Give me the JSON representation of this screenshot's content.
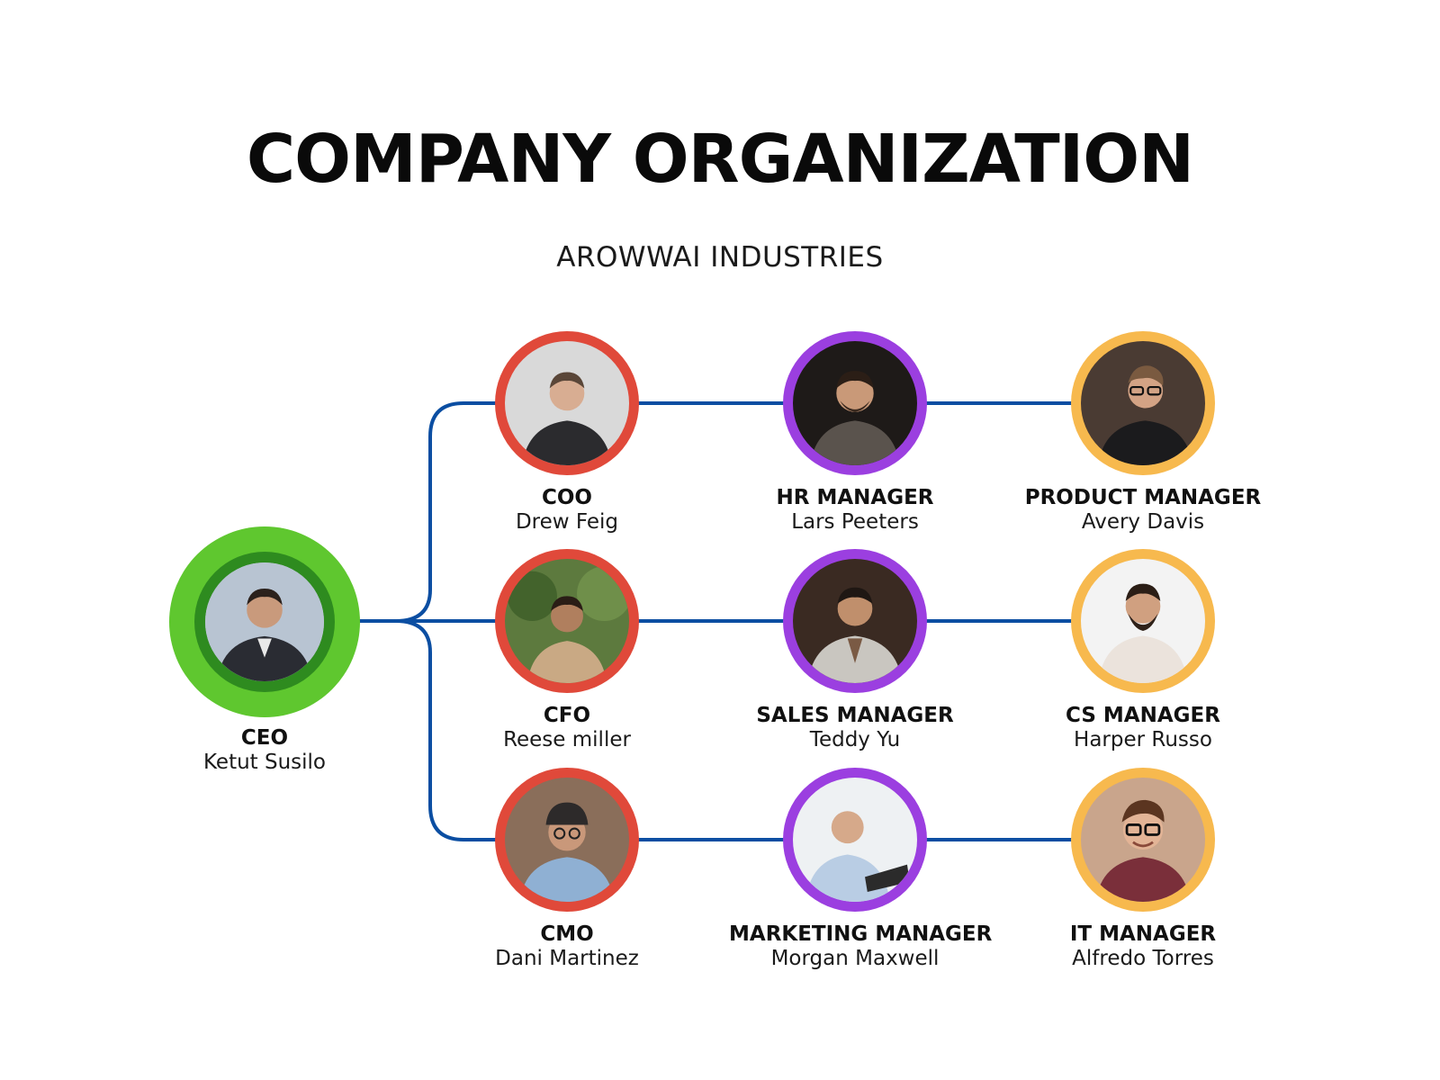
{
  "header": {
    "title": "COMPANY ORGANIZATION",
    "subtitle": "AROWWAI INDUSTRIES"
  },
  "colors": {
    "connector": "#0b4ea2",
    "ceo_outer": "#5fc72f",
    "ceo_inner": "#2e8b1f",
    "chief_ring": "#e0493a",
    "manager_mid_ring": "#9b3fe0",
    "manager_right_ring": "#f7b94e"
  },
  "ceo": {
    "role": "CEO",
    "name": "Ketut Susilo"
  },
  "column_chiefs": [
    {
      "role": "COO",
      "name": "Drew Feig"
    },
    {
      "role": "CFO",
      "name": "Reese miller"
    },
    {
      "role": "CMO",
      "name": "Dani Martinez"
    }
  ],
  "column_managers_mid": [
    {
      "role": "HR MANAGER",
      "name": "Lars Peeters"
    },
    {
      "role": "SALES MANAGER",
      "name": "Teddy Yu"
    },
    {
      "role": "MARKETING MANAGER",
      "name": "Morgan Maxwell"
    }
  ],
  "column_managers_right": [
    {
      "role": "PRODUCT MANAGER",
      "name": "Avery Davis"
    },
    {
      "role": "CS MANAGER",
      "name": "Harper Russo"
    },
    {
      "role": "IT MANAGER",
      "name": "Alfredo Torres"
    }
  ]
}
